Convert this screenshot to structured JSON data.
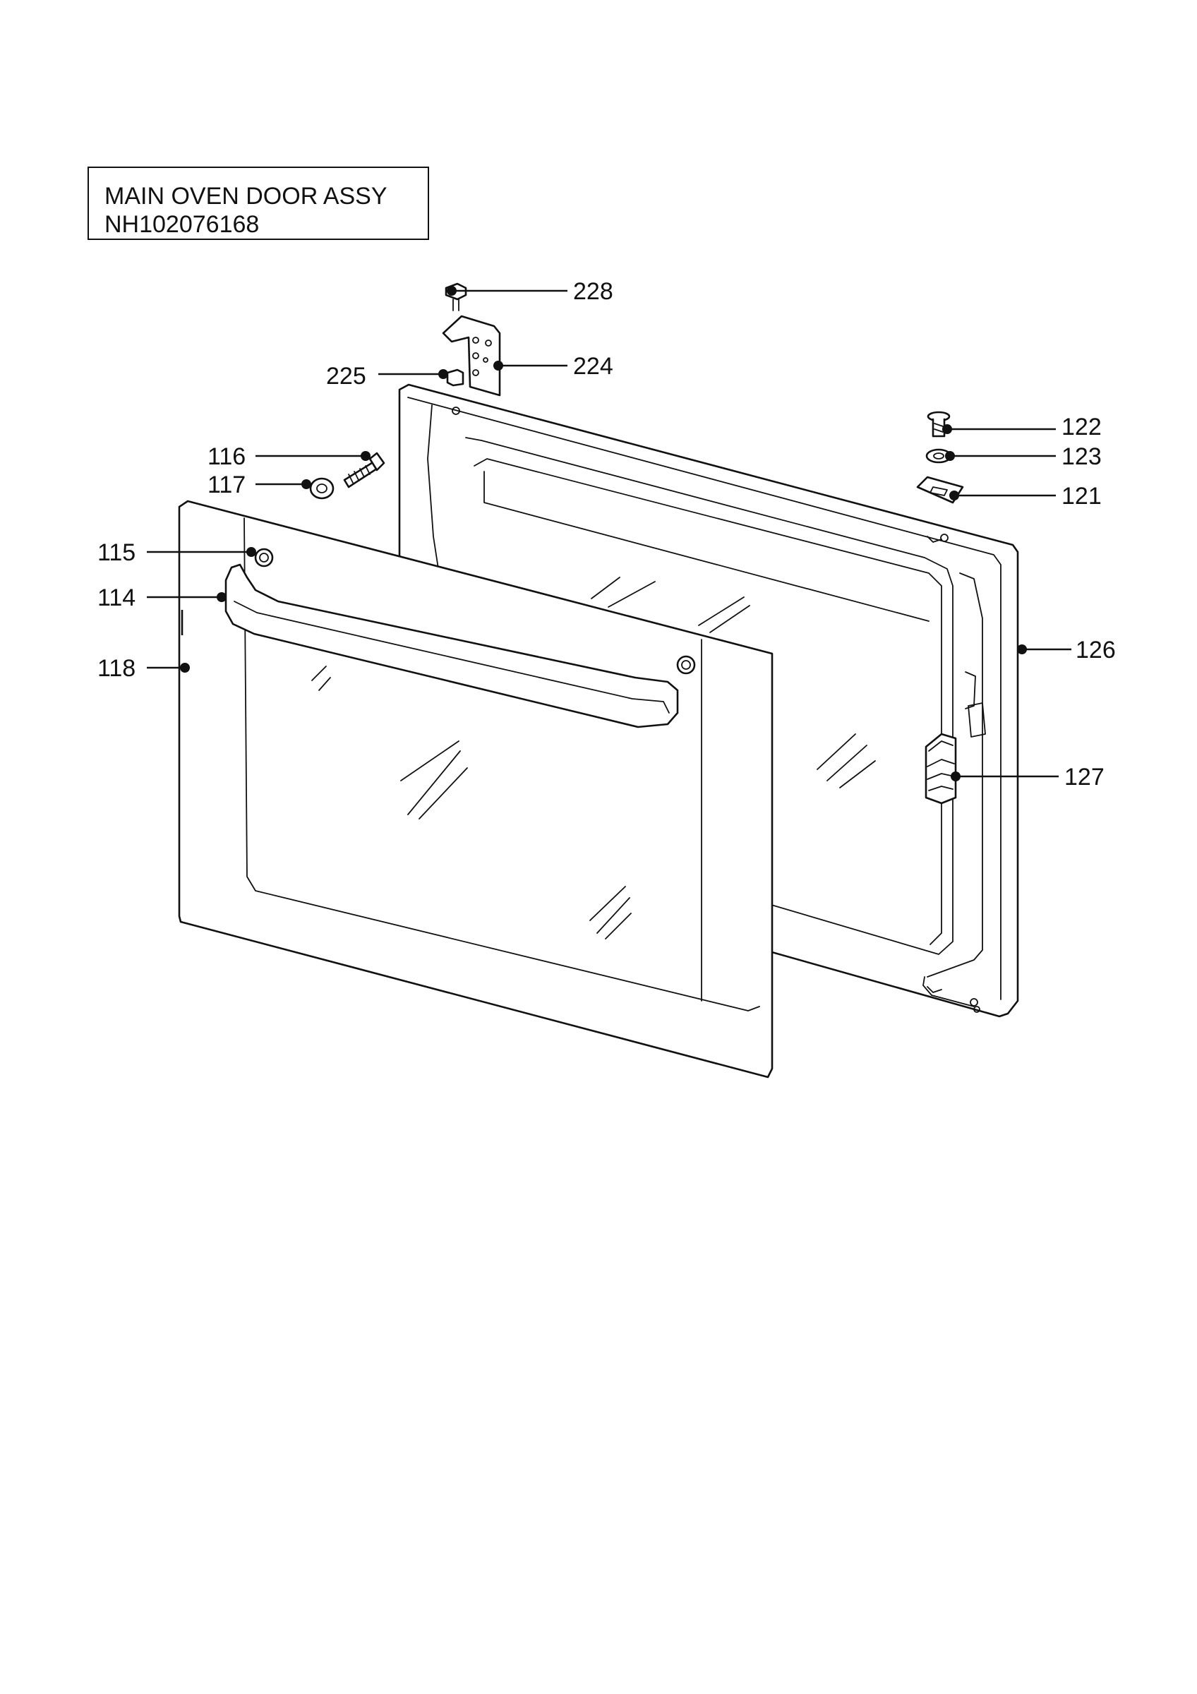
{
  "title": {
    "line1": "MAIN OVEN DOOR ASSY",
    "line2": "NH102076168"
  },
  "callouts": [
    {
      "id": "228",
      "label": "228"
    },
    {
      "id": "224",
      "label": "224"
    },
    {
      "id": "225",
      "label": "225"
    },
    {
      "id": "122",
      "label": "122"
    },
    {
      "id": "123",
      "label": "123"
    },
    {
      "id": "121",
      "label": "121"
    },
    {
      "id": "116",
      "label": "116"
    },
    {
      "id": "117",
      "label": "117"
    },
    {
      "id": "115",
      "label": "115"
    },
    {
      "id": "114",
      "label": "114"
    },
    {
      "id": "118",
      "label": "118"
    },
    {
      "id": "126",
      "label": "126"
    },
    {
      "id": "127",
      "label": "127"
    }
  ]
}
